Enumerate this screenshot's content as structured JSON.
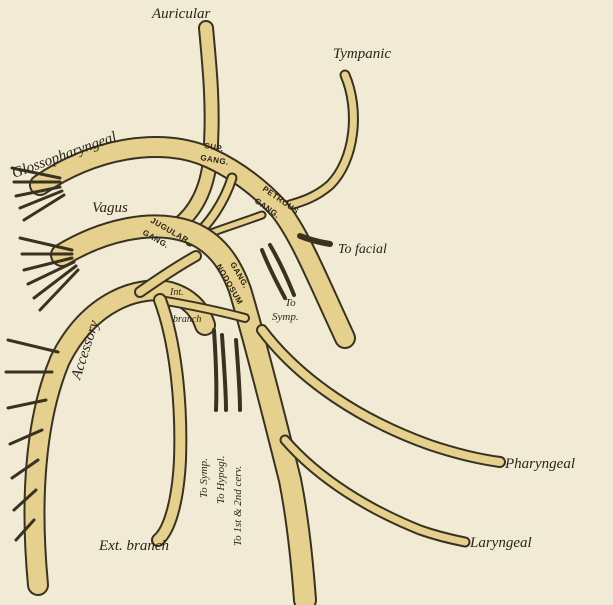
{
  "labels": {
    "auricular": "Auricular",
    "tympanic": "Tympanic",
    "glossopharyngeal": "Glossopharyngeal",
    "vagus": "Vagus",
    "to_facial": "To facial",
    "to_symp_upper": "To Symp.",
    "accessory": "Accessory",
    "int_branch_1": "Int.",
    "int_branch_2": "branch",
    "to_symp_lower": "To Symp.",
    "to_hypogl": "To Hypogl.",
    "to_cerv": "To 1st & 2nd cerv.",
    "pharyngeal": "Pharyngeal",
    "ext_branch": "Ext. branch",
    "laryngeal": "Laryngeal"
  },
  "ganglia": {
    "sup_1": "SUP.",
    "sup_2": "GANG.",
    "petrous_1": "PETROUS",
    "petrous_2": "GANG.",
    "jugular_1": "JUGULAR",
    "jugular_2": "GANG.",
    "nodosum_1": "GANG.",
    "nodosum_2": "NODOSUM"
  },
  "colors": {
    "nerve_fill": "#e5d08e",
    "outline": "#3a3220",
    "background": "#f1ebd6"
  }
}
